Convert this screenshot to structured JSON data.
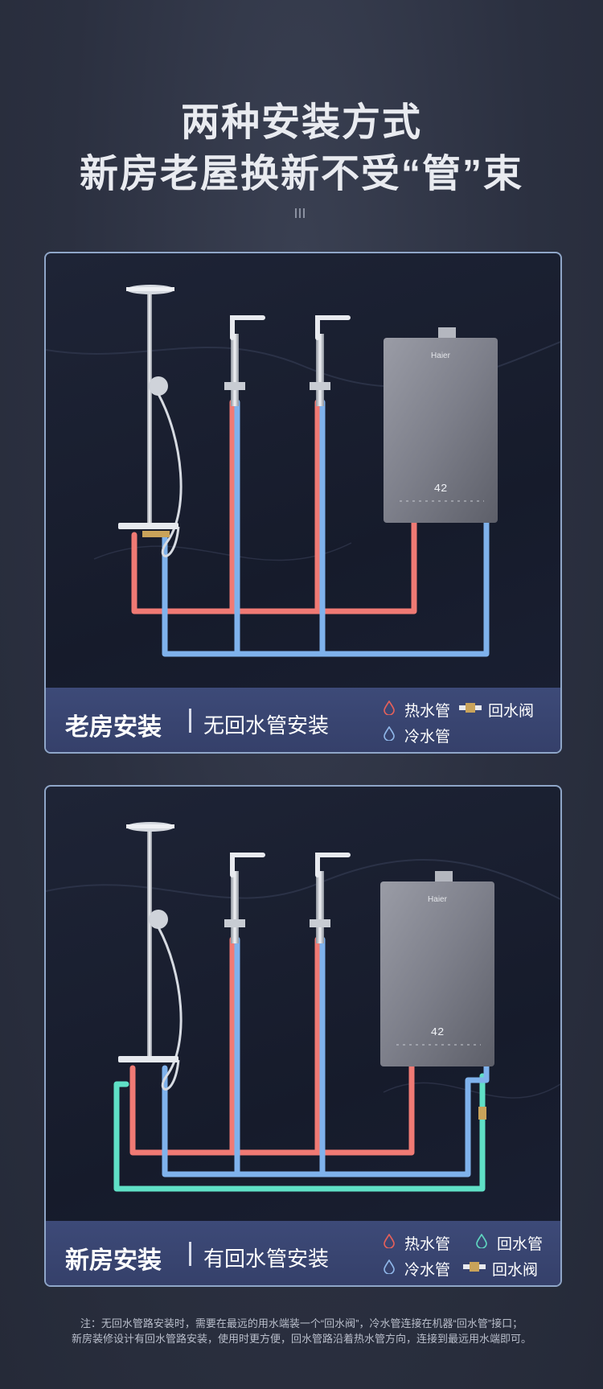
{
  "heading": {
    "line1": "两种安装方式",
    "line2": "新房老屋换新不受“管”束"
  },
  "panels": [
    {
      "title": "老房安装",
      "subtitle": "无回水管安装",
      "legend": [
        {
          "label": "热水管",
          "icon": "droplet-icon",
          "color": "#e4605a"
        },
        {
          "label": "回水阀",
          "icon": "valve-icon",
          "color": "#c9a35a"
        },
        {
          "label": "冷水管",
          "icon": "droplet-icon",
          "color": "#8fb6e8"
        }
      ]
    },
    {
      "title": "新房安装",
      "subtitle": "有回水管安装",
      "legend": [
        {
          "label": "热水管",
          "icon": "droplet-icon",
          "color": "#e4605a"
        },
        {
          "label": "回水管",
          "icon": "droplet-icon",
          "color": "#5fd6c0"
        },
        {
          "label": "冷水管",
          "icon": "droplet-icon",
          "color": "#8fb6e8"
        },
        {
          "label": "回水阀",
          "icon": "valve-icon",
          "color": "#c9a35a"
        }
      ]
    }
  ],
  "heater": {
    "brand": "Haier",
    "display": "42"
  },
  "colors": {
    "hot": "#f07a74",
    "cold": "#7fb2ec",
    "return": "#5fe0c6"
  },
  "note": {
    "line1": "注：无回水管路安装时，需要在最远的用水端装一个“回水阀”，冷水管连接在机器“回水管”接口；",
    "line2": "新房装修设计有回水管路安装，使用时更方便，回水管路沿着热水管方向，连接到最远用水端即可。"
  }
}
